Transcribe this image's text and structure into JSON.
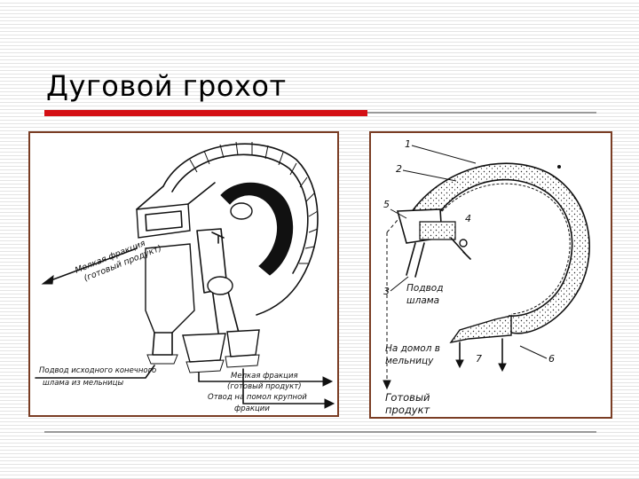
{
  "slide": {
    "title": "Дуговой грохот",
    "colors": {
      "accent": "#d40f14",
      "rule": "#9a9a9a",
      "frame": "#7a3d24"
    }
  },
  "left_figure": {
    "label_fine_fraction_rotated": "Мелкая фракция",
    "label_finished_product_rotated": "(готовый продукт)",
    "label_feed_slurry": "Подвод исходного конечного",
    "label_feed_from_mill": "шлама из мельницы",
    "label_fine_fraction_bottom": "Мелкая фракция",
    "label_finished_product_bottom": "(готовый продукт)",
    "label_coarse_removal": "Отвод на помол крупной",
    "label_fractions": "фракции"
  },
  "right_figure": {
    "callout_1": "1",
    "callout_2": "2",
    "callout_3": "3",
    "callout_4": "4",
    "callout_5": "5",
    "callout_6": "6",
    "callout_7": "7",
    "label_feed_line1": "Подвод",
    "label_feed_line2": "шлама",
    "label_regrind_line1": "На домол в",
    "label_regrind_line2": "мельницу",
    "label_product_line1": "Готовый",
    "label_product_line2": "продукт"
  }
}
